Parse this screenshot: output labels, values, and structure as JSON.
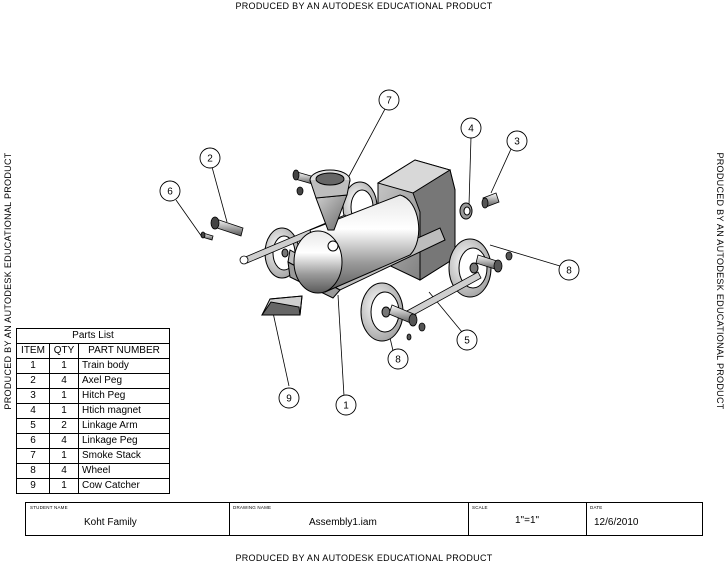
{
  "watermark": "PRODUCED BY AN AUTODESK EDUCATIONAL PRODUCT",
  "balloons": [
    "7",
    "4",
    "3",
    "2",
    "6",
    "8",
    "5",
    "8",
    "9",
    "1"
  ],
  "parts_list": {
    "title": "Parts List",
    "headers": [
      "ITEM",
      "QTY",
      "PART NUMBER"
    ],
    "rows": [
      [
        "1",
        "1",
        "Train body"
      ],
      [
        "2",
        "4",
        "Axel Peg"
      ],
      [
        "3",
        "1",
        "Hitch Peg"
      ],
      [
        "4",
        "1",
        "Htich magnet"
      ],
      [
        "5",
        "2",
        "Linkage Arm"
      ],
      [
        "6",
        "4",
        "Linkage Peg"
      ],
      [
        "7",
        "1",
        "Smoke Stack"
      ],
      [
        "8",
        "4",
        "Wheel"
      ],
      [
        "9",
        "1",
        "Cow Catcher"
      ]
    ]
  },
  "title_block": {
    "student_caption": "STUDENT NAME",
    "student": "Koht Family",
    "drawing_caption": "DRAWING NAME",
    "drawing": "Assembly1.iam",
    "scale_caption": "SCALE",
    "scale": "1\"=1\"",
    "date_caption": "DATE",
    "date": "12/6/2010"
  }
}
